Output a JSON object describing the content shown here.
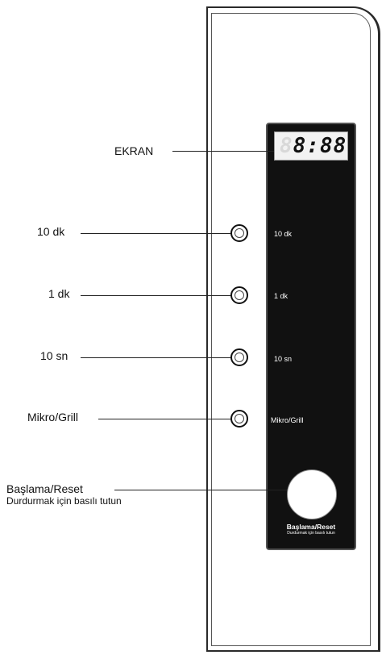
{
  "callouts": {
    "display": "EKRAN",
    "ten_min": "10 dk",
    "one_min": "1 dk",
    "ten_sec": "10 sn",
    "mode": "Mikro/Grill",
    "start": "Başlama/Reset",
    "start_sub": "Durdurmak için basılı tutun"
  },
  "panel": {
    "display_ghost": "8",
    "display_value": "8:88",
    "ten_min_label": "10 dk",
    "one_min_label": "1 dk",
    "ten_sec_label": "10 sn",
    "mode_label": "Mikro/Grill",
    "start_label": "Başlama/Reset",
    "start_sub": "Durdurmak için basılı tutun"
  },
  "colors": {
    "panel": "#111111",
    "display_bg": "#f2f2f2",
    "line": "#222222"
  }
}
